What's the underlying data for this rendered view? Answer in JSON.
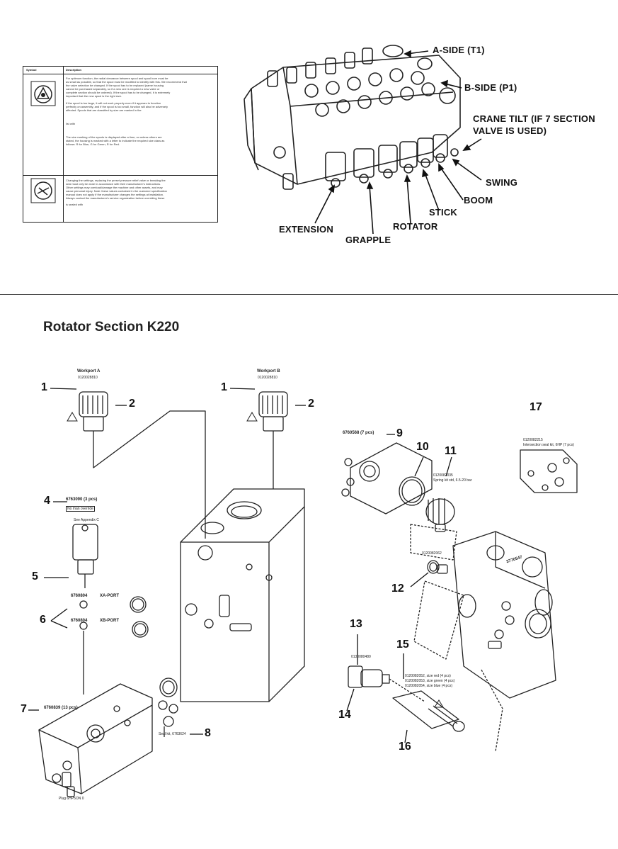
{
  "symbol_table": {
    "header_symbol": "Symbol",
    "header_description": "Description",
    "row1_text": [
      "For optimum function, the radial clearance between spool and spool bore must be",
      "as small as possible, so that the spool must be modified to identify with this. We recommend that",
      "the valve selection be changed. If the spool has to be replaced (same housing",
      "cannot be purchased separately, so if a new one is required a new valve or",
      "complete section should be ordered). If the spool has to be changed, it is extremely",
      "important that the new spool is the right size.",
      "",
      "If the spool is too large, it will not work properly even if it appears to function",
      "perfectly on assembly, and if the spool is too small, function will also be adversely",
      "affected. Spools that are classified by size are marked in the",
      "",
      "list with",
      "",
      "The size marking of the spools is displayed after a time, so unless others are",
      "stated, the housing is marked with a letter to indicate the required size class as",
      "follows: R for Blue, G for Green, R for Red."
    ],
    "row2_text": [
      "Changing the settings, replacing the preset pressure relief valve or breaking the",
      "seal must only be done in accordance with their manufacturer's instructions.",
      "Other settings may overload/damage the machine and other assets, and may",
      "cause personal injury. Note: these values contained in the customer specification",
      "manual does not apply if the manufacturer changes the settings at installation.",
      "Always contact the manufacturer's service organization before overriding these",
      "",
      "is sealed with"
    ]
  },
  "top_diagram": {
    "labels": {
      "a_side": "A-SIDE (T1)",
      "b_side": "B-SIDE (P1)",
      "crane_tilt_1": "CRANE TILT (IF 7 SECTION",
      "crane_tilt_2": "VALVE IS USED)",
      "swing": "SWING",
      "boom": "BOOM",
      "stick": "STICK",
      "rotator": "ROTATOR",
      "extension": "EXTENSION",
      "grapple": "GRAPPLE"
    }
  },
  "section_title": "Rotator Section K220",
  "parts_diagram": {
    "callouts": [
      "1",
      "2",
      "1",
      "2",
      "17",
      "9",
      "10",
      "11",
      "4",
      "5",
      "6",
      "12",
      "13",
      "15",
      "7",
      "14",
      "8",
      "16"
    ],
    "workport_a": "Workport A",
    "workport_a_pn": "0120028810",
    "workport_b": "Workport B",
    "workport_b_pn": "0120028810",
    "pn_4": "6763090 (3 pcs)",
    "no_override": "No man override",
    "see_appendix": "See Appendix C",
    "xa_port": "XA-PORT",
    "xb_port": "XB-PORT",
    "pilot_a": "6760804",
    "pilot_b": "6760804",
    "pn_7": "6760839 (13 pcs)",
    "pn_9": "6760568 (7 pcs)",
    "plug": "Plug 6HP5ON 0",
    "seal_kit_8": "Seal kit, 6763624",
    "pn_11": "0120082035",
    "pn_11b": "Spring kit std, 6.5-20 bar",
    "pn_12": "0120082062",
    "pn_13": "0130080480",
    "pn_15a": "0120082052, size red (4 pcs)",
    "pn_15b": "0120082053, size green (4 pcs)",
    "pn_15c": "0120082054, size blue (4 pcs)",
    "pn_17": "0120082215",
    "pn_17b": "Intersection seal kit, 6HP (7 pcs)",
    "stamp": "3770547"
  }
}
